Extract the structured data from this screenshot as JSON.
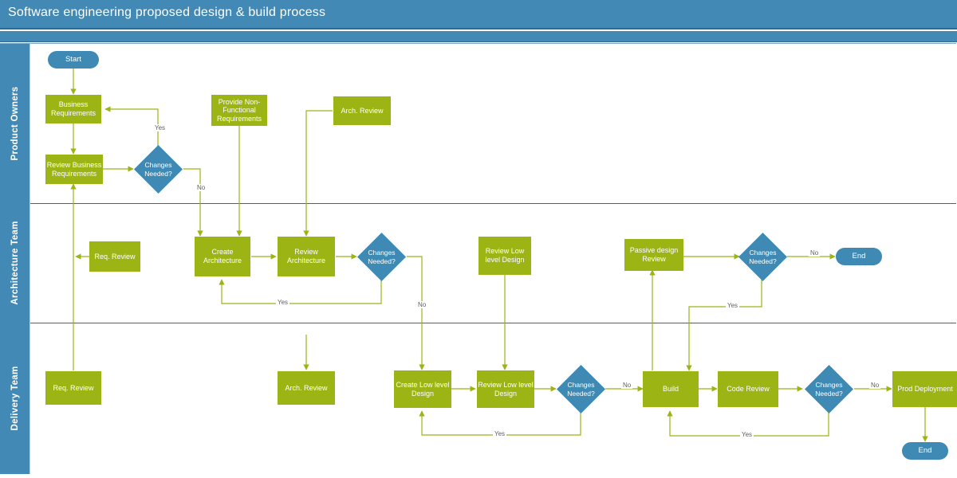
{
  "header": {
    "title": "Software engineering proposed design & build process",
    "band_color": "#4289b5"
  },
  "colors": {
    "header_blue": "#4289b5",
    "node_green": "#9cb414",
    "node_blue": "#3e8ab4",
    "connector_green": "#9cb414",
    "lane_divider": "#2e6a8e"
  },
  "lanes": [
    {
      "id": "product-owners",
      "label": "Product Owners"
    },
    {
      "id": "architecture-team",
      "label": "Architecture Team"
    },
    {
      "id": "delivery-team",
      "label": "Delivery Team"
    }
  ],
  "nodes": [
    {
      "id": "start",
      "lane": "product-owners",
      "shape": "terminator",
      "label": "Start"
    },
    {
      "id": "business-req",
      "lane": "product-owners",
      "shape": "process",
      "label": "Business Requirements"
    },
    {
      "id": "review-business-req",
      "lane": "product-owners",
      "shape": "process",
      "label": "Review Business Requirements"
    },
    {
      "id": "po-changes-needed",
      "lane": "product-owners",
      "shape": "decision",
      "label": "Changes Needed?"
    },
    {
      "id": "provide-nfr",
      "lane": "product-owners",
      "shape": "process",
      "label": "Provide Non-Functional Requirements"
    },
    {
      "id": "po-arch-review",
      "lane": "product-owners",
      "shape": "process",
      "label": "Arch. Review"
    },
    {
      "id": "at-req-review",
      "lane": "architecture-team",
      "shape": "process",
      "label": "Req. Review"
    },
    {
      "id": "create-architecture",
      "lane": "architecture-team",
      "shape": "process",
      "label": "Create Architecture"
    },
    {
      "id": "review-architecture",
      "lane": "architecture-team",
      "shape": "process",
      "label": "Review Architecture"
    },
    {
      "id": "at-changes-needed",
      "lane": "architecture-team",
      "shape": "decision",
      "label": "Changes Needed?"
    },
    {
      "id": "at-review-lld",
      "lane": "architecture-team",
      "shape": "process",
      "label": "Review Low level Design"
    },
    {
      "id": "passive-design-review",
      "lane": "architecture-team",
      "shape": "process",
      "label": "Passive design Review"
    },
    {
      "id": "at-changes-needed-2",
      "lane": "architecture-team",
      "shape": "decision",
      "label": "Changes Needed?"
    },
    {
      "id": "at-end",
      "lane": "architecture-team",
      "shape": "terminator",
      "label": "End"
    },
    {
      "id": "dt-req-review",
      "lane": "delivery-team",
      "shape": "process",
      "label": "Req. Review"
    },
    {
      "id": "dt-arch-review",
      "lane": "delivery-team",
      "shape": "process",
      "label": "Arch. Review"
    },
    {
      "id": "create-lld",
      "lane": "delivery-team",
      "shape": "process",
      "label": "Create Low level Design"
    },
    {
      "id": "dt-review-lld",
      "lane": "delivery-team",
      "shape": "process",
      "label": "Review Low level Design"
    },
    {
      "id": "dt-changes-needed",
      "lane": "delivery-team",
      "shape": "decision",
      "label": "Changes Needed?"
    },
    {
      "id": "build",
      "lane": "delivery-team",
      "shape": "process",
      "label": "Build"
    },
    {
      "id": "code-review",
      "lane": "delivery-team",
      "shape": "process",
      "label": "Code Review"
    },
    {
      "id": "dt-changes-needed-2",
      "lane": "delivery-team",
      "shape": "decision",
      "label": "Changes Needed?"
    },
    {
      "id": "prod-deployment",
      "lane": "delivery-team",
      "shape": "process",
      "label": "Prod Deployment"
    },
    {
      "id": "dt-end",
      "lane": "delivery-team",
      "shape": "terminator",
      "label": "End"
    }
  ],
  "edge_labels": {
    "po_yes": "Yes",
    "po_no": "No",
    "at_yes": "Yes",
    "at_no": "No",
    "at2_yes": "Yes",
    "at2_no": "No",
    "dt_yes": "Yes",
    "dt_no": "No",
    "dt2_yes": "Yes",
    "dt2_no": "No"
  }
}
